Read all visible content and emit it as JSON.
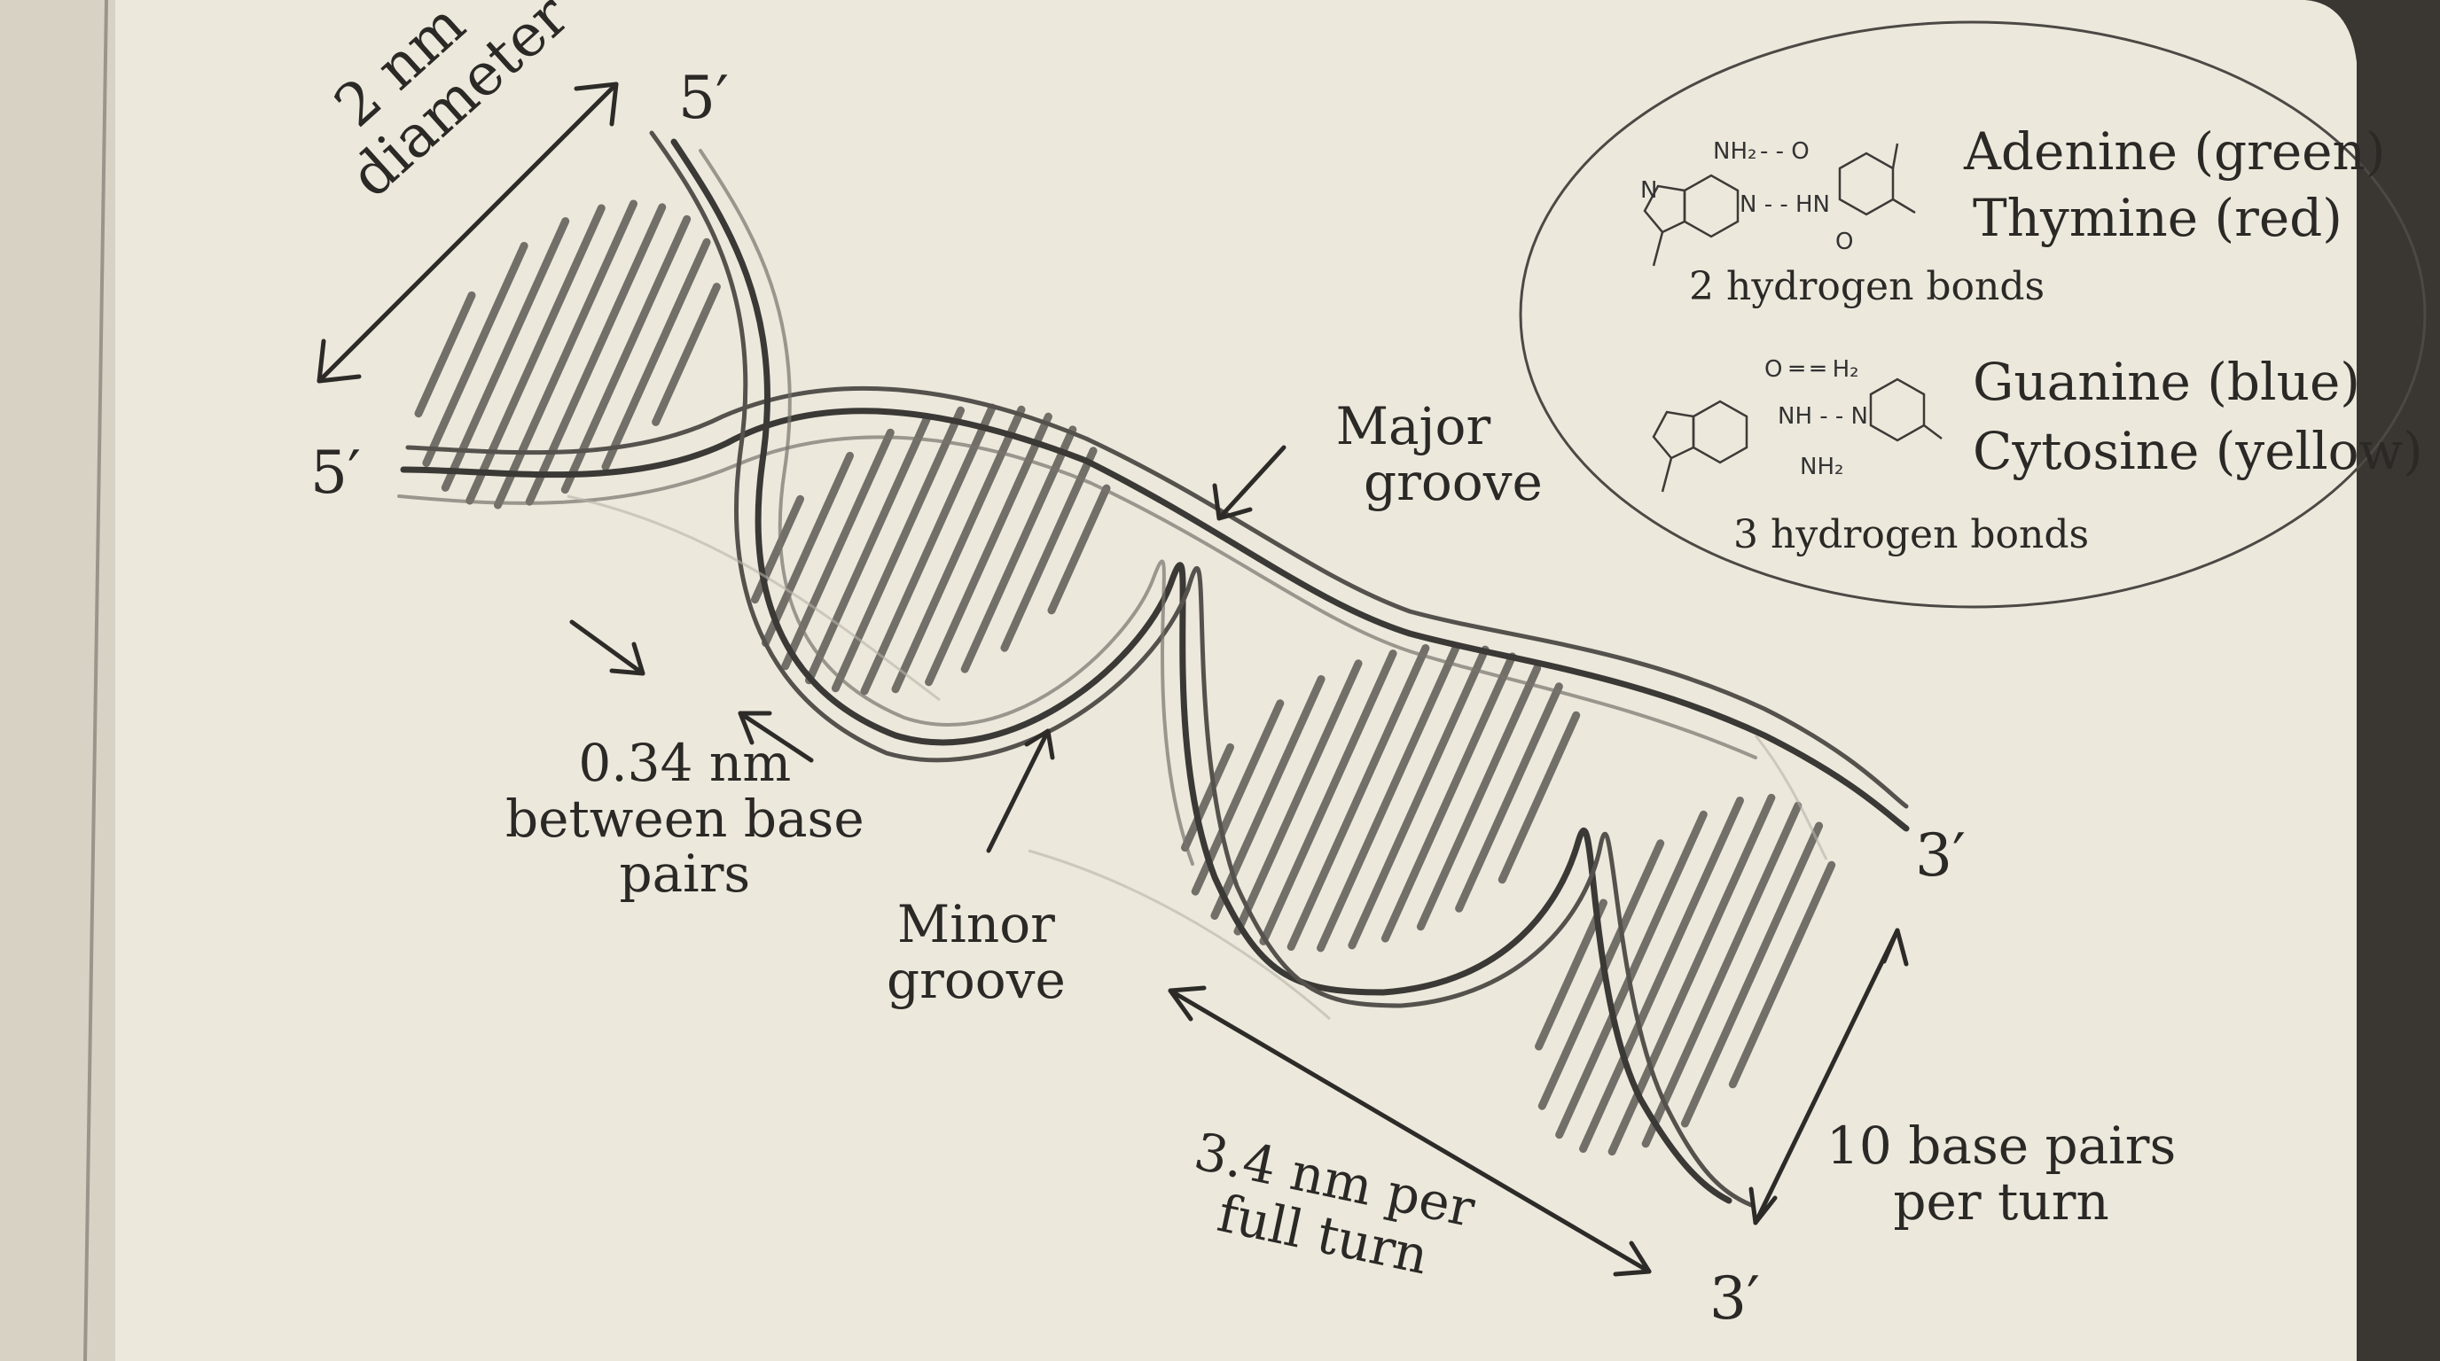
{
  "labels": {
    "end_top_left": "5′",
    "end_left": "5′",
    "end_right": "3′",
    "end_bottom": "3′",
    "diameter_1": "2 nm",
    "diameter_2": "diameter",
    "major_1": "Major",
    "major_2": "groove",
    "minor_1": "Minor",
    "minor_2": "groove",
    "spacing_1": "0.34 nm",
    "spacing_2": "between base",
    "spacing_3": "pairs",
    "turn_length_1": "3.4 nm per",
    "turn_length_2": "full turn",
    "bp_turn_1": "10 base pairs",
    "bp_turn_2": "per turn"
  },
  "pairs": {
    "at_1": "Adenine (green)",
    "at_2": "Thymine (red)",
    "at_bonds": "2 hydrogen bonds",
    "gc_1": "Guanine (blue)",
    "gc_2": "Cytosine (yellow)",
    "gc_bonds": "3 hydrogen bonds"
  },
  "chem": {
    "nh2": "NH₂",
    "dash_o": "- - O",
    "n": "N",
    "n_hn": "N - - HN",
    "o": "O",
    "o_h2": "O ═ ═ H₂",
    "nh_n": "NH - - N",
    "nh2_b": "NH₂"
  }
}
